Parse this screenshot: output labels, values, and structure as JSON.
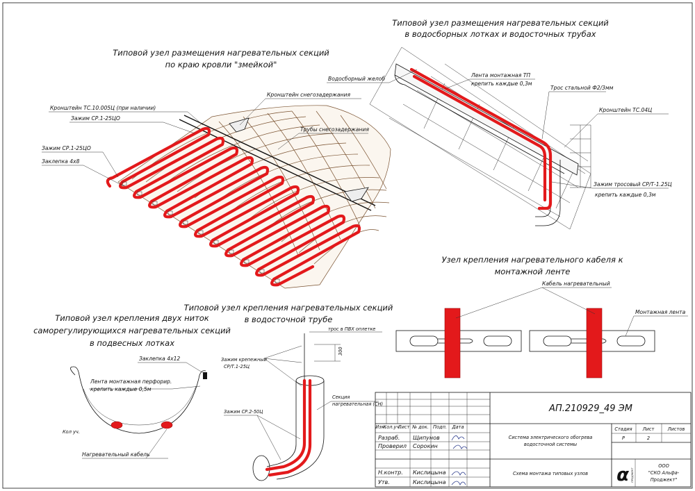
{
  "views": {
    "serpentine": {
      "title_line1": "Типовой узел размещения нагревательных секций",
      "title_line2": "по краю кровли \"змейкой\"",
      "labels": {
        "bracket_tc": "Кронштейн ТС.10.005Ц (при наличии)",
        "clamp_1": "Зажим СР.1-25ЦО",
        "clamp_2": "Зажим СР.1-25ЦО",
        "rivet": "Заклепка 4х8",
        "snow_bracket": "Кронштейн снегозадержания",
        "snow_pipes": "Трубы снегозадержания"
      }
    },
    "gutter_trays": {
      "title_line1": "Типовой узел размещения нагревательных секций",
      "title_line2": "в водосборных лотках и водосточных трубах",
      "labels": {
        "gutter": "Водосборный желоб",
        "tape_line1": "Лента монтажная ТП",
        "tape_line2": "крепить каждые 0,3м",
        "cable": "Трос стальной Ф2/3мм",
        "bracket": "Кронштейн ТС.04Ц",
        "clamp_line1": "Зажим тросовый СР/Т-1.25Ц",
        "clamp_line2": "крепить каждые 0,3м"
      }
    },
    "tape_mount": {
      "title_line1": "Узел крепления нагревательного кабеля к",
      "title_line2": "монтажной ленте",
      "labels": {
        "heating_cable": "Кабель нагревательный",
        "tape": "Монтажная лента"
      }
    },
    "two_strands": {
      "title_line1": "Типовой узел крепления двух ниток",
      "title_line2": "саморегулирующихся нагревательных секций",
      "title_line3": "в подвесных лотках",
      "labels": {
        "rivet": "Заклепка 4х12",
        "tape_line1": "Лента монтажная перфорир.",
        "tape_line2": "крепить каждые 0,5м",
        "heating_cable": "Нагревательный кабель",
        "corner_note": "Кол уч."
      }
    },
    "downpipe": {
      "title_line1": "Типовой узел крепления нагревательных секций",
      "title_line2": "в водосточной трубе",
      "labels": {
        "pvc_cable": "трос в ПВХ оплетке",
        "dimension": "300",
        "clamp_line1": "Зажим крепежный",
        "clamp_line2": "СР/Т.1-25Ц",
        "section_line1": "Секция",
        "section_line2": "нагревательная (СН)",
        "clamp_2": "Зажим СР.2-50Ц"
      }
    }
  },
  "title_block": {
    "code": "АП.210929_49 ЭМ",
    "head": [
      "Изм.",
      "Кол.уч.",
      "Лист",
      "№ док.",
      "Подп.",
      "Дата"
    ],
    "rows": [
      {
        "role": "Разраб.",
        "name": "Щипунов"
      },
      {
        "role": "Проверил",
        "name": "Сорокин"
      },
      {
        "role": "Н.контр.",
        "name": "Кислицына"
      },
      {
        "role": "Утв.",
        "name": "Кислицына"
      }
    ],
    "system_line1": "Система электрического обогрева",
    "system_line2": "водосточной системы",
    "stage_head": "Стадия",
    "sheet_head": "Лист",
    "sheets_head": "Листов",
    "stage": "Р",
    "sheet": "2",
    "drawing_name": "Схема монтажа типовых узлов",
    "org_line1": "ООО",
    "org_line2": "\"СКО Альфа-",
    "org_line3": "Проджект\"",
    "logo_mark": "α",
    "logo_text": "ПРОДЖЕКТ"
  },
  "colors": {
    "heating_cable": "#e3191b",
    "roof_tile": "#7a5230",
    "line": "#111111"
  }
}
